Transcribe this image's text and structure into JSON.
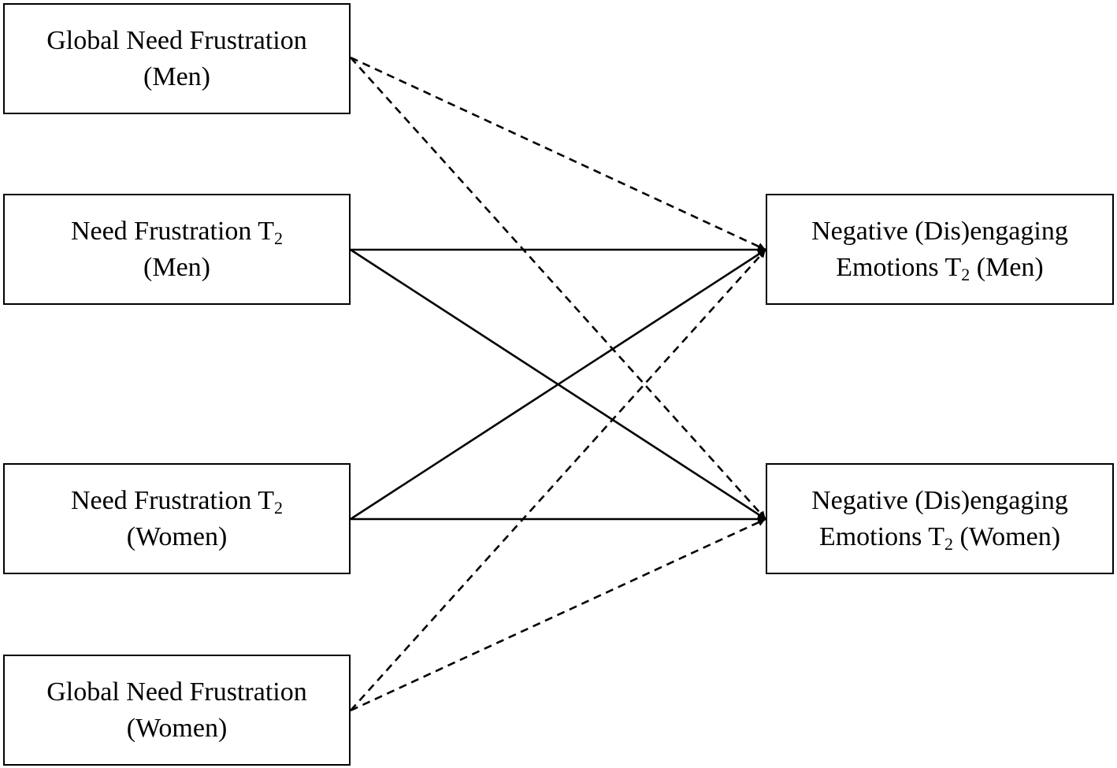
{
  "nodes": {
    "global_men": {
      "line1": "Global Need Frustration",
      "line2": "(Men)"
    },
    "nf_men": {
      "line1_main": "Need Frustration T",
      "line1_sub": "2",
      "line2": "(Men)"
    },
    "nf_women": {
      "line1_main": "Need Frustration T",
      "line1_sub": "2",
      "line2": "(Women)"
    },
    "global_women": {
      "line1": "Global Need Frustration",
      "line2": "(Women)"
    },
    "neg_men": {
      "line1": "Negative (Dis)engaging",
      "line2_main": "Emotions T",
      "line2_sub": "2",
      "line2_after": " (Men)"
    },
    "neg_women": {
      "line1": "Negative (Dis)engaging",
      "line2_main": "Emotions T",
      "line2_sub": "2",
      "line2_after": " (Women)"
    }
  },
  "edges": [
    {
      "from": "global_men",
      "to": "neg_men",
      "style": "dashed"
    },
    {
      "from": "global_men",
      "to": "neg_women",
      "style": "dashed"
    },
    {
      "from": "nf_men",
      "to": "neg_men",
      "style": "solid"
    },
    {
      "from": "nf_men",
      "to": "neg_women",
      "style": "solid"
    },
    {
      "from": "nf_women",
      "to": "neg_men",
      "style": "solid"
    },
    {
      "from": "nf_women",
      "to": "neg_women",
      "style": "solid"
    },
    {
      "from": "global_women",
      "to": "neg_men",
      "style": "dashed"
    },
    {
      "from": "global_women",
      "to": "neg_women",
      "style": "dashed"
    }
  ],
  "colors": {
    "line": "#000000",
    "box_border": "#000000",
    "background": "#ffffff"
  }
}
